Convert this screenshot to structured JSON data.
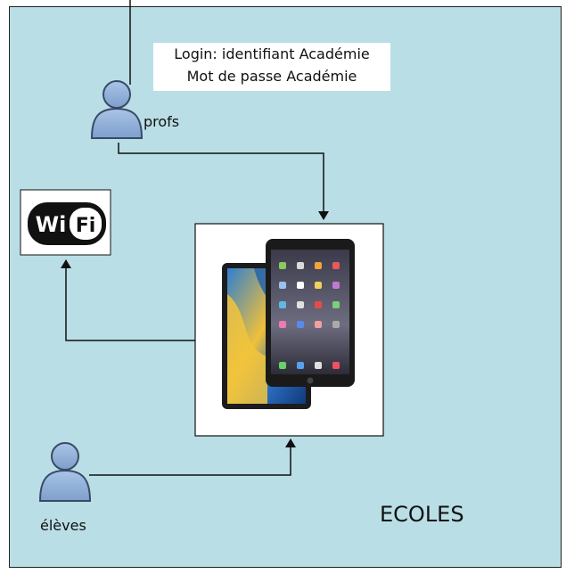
{
  "diagram": {
    "region_label": "ECOLES",
    "login_note": {
      "line1": "Login: identifiant Académie",
      "line2": "Mot de passe Académie"
    },
    "actors": {
      "teachers": "profs",
      "students": "élèves"
    },
    "wifi_logo": {
      "left_text": "Wi",
      "right_text": "Fi"
    },
    "devices": [
      "android-tablet",
      "ipad"
    ],
    "colors": {
      "region_fill": "#b9dee6",
      "person_fill": "#8fb0d8",
      "person_stroke": "#3a4a66",
      "line": "#111111"
    }
  }
}
